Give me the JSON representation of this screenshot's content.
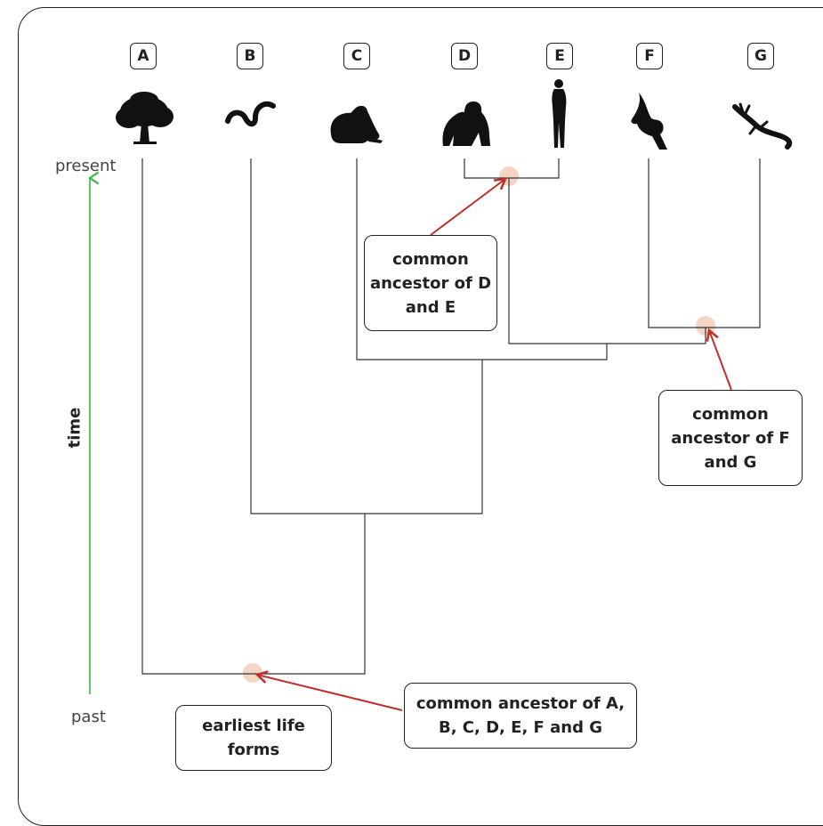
{
  "taxa": [
    {
      "id": "A",
      "organism": "tree",
      "icon": "tree-icon"
    },
    {
      "id": "B",
      "organism": "worm",
      "icon": "worm-icon"
    },
    {
      "id": "C",
      "organism": "frog",
      "icon": "frog-icon"
    },
    {
      "id": "D",
      "organism": "gorilla",
      "icon": "gorilla-icon"
    },
    {
      "id": "E",
      "organism": "human",
      "icon": "human-icon"
    },
    {
      "id": "F",
      "organism": "eagle",
      "icon": "eagle-icon"
    },
    {
      "id": "G",
      "organism": "lizard",
      "icon": "lizard-icon"
    }
  ],
  "axis": {
    "present": "present",
    "past": "past",
    "time": "time",
    "arrow_color": "#3cb64a"
  },
  "callouts": {
    "de": "common ancestor of D and E",
    "fg": "common ancestor of F and G",
    "all": "common ancestor of A, B, C, D, E, F and G",
    "earliest": "earliest life forms"
  },
  "colors": {
    "pointer": "#c0302c",
    "node": "#f2d5c4",
    "line": "#333333"
  }
}
